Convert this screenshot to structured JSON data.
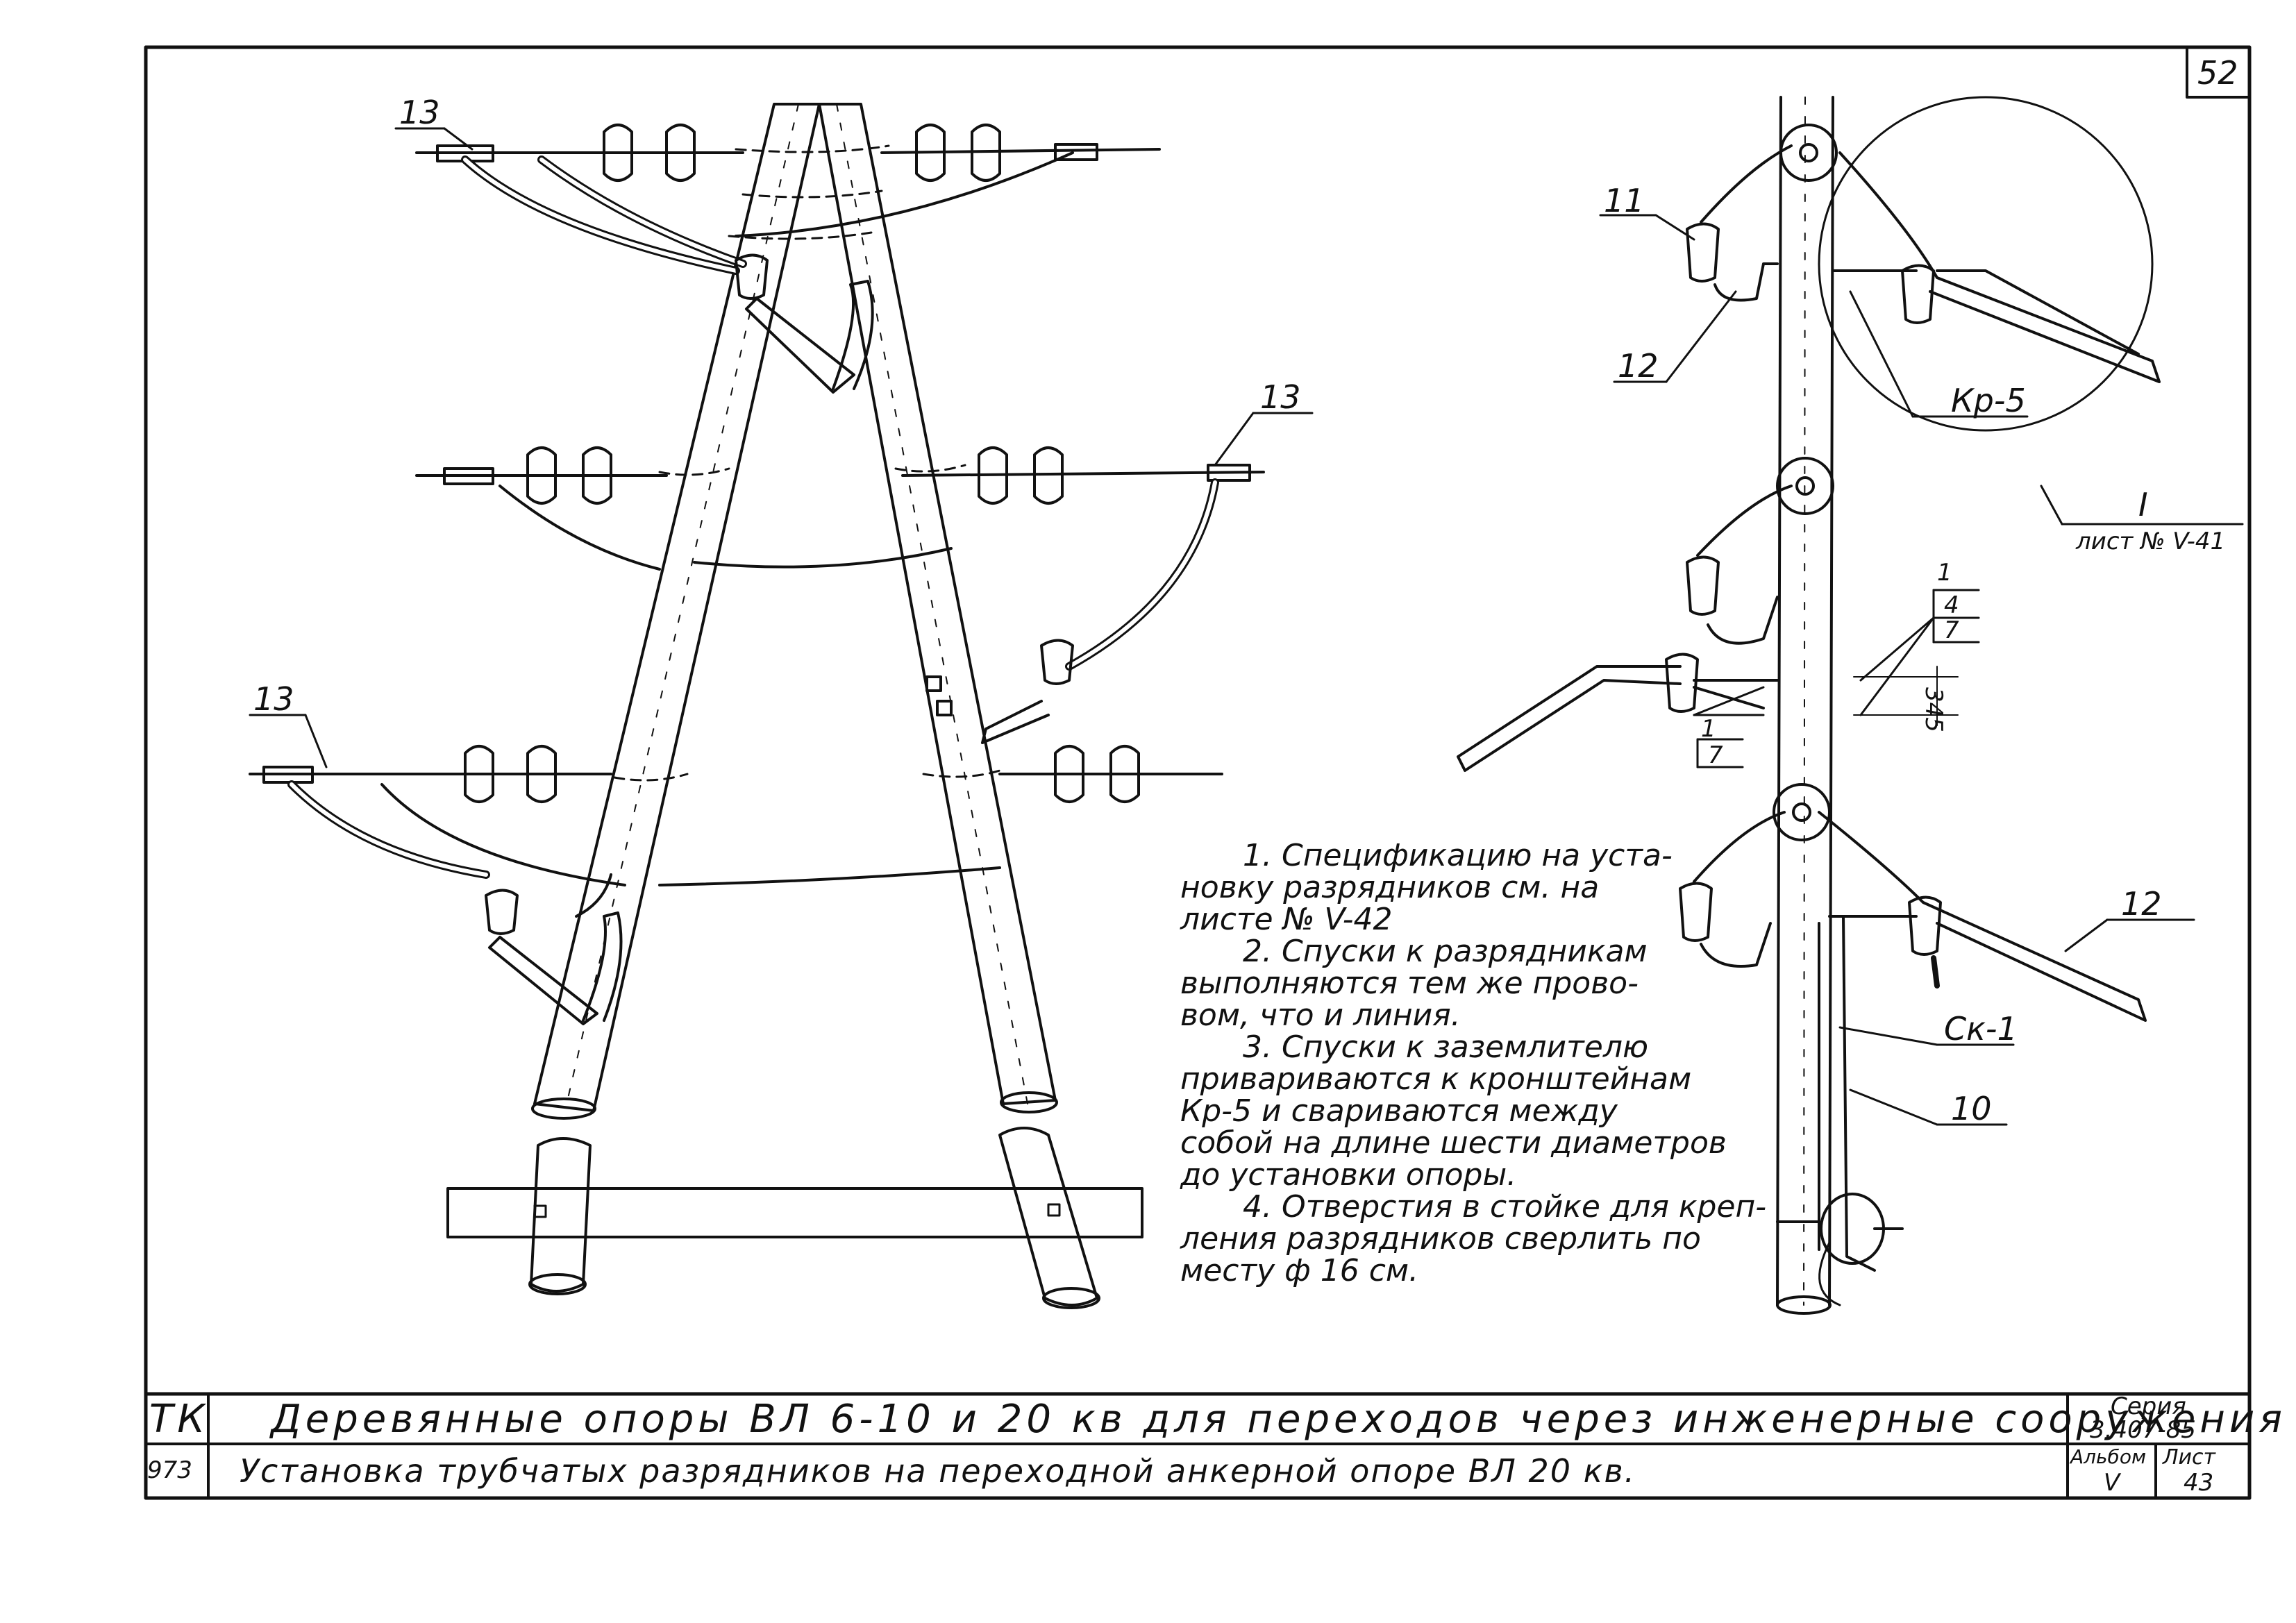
{
  "sheet_number": "52",
  "callouts": {
    "c13_top": "13",
    "c13_mid": "13",
    "c13_left": "13",
    "c11": "11",
    "c12_top": "12",
    "c12_bot": "12",
    "kr5": "Кр-5",
    "ck1": "Ск-1",
    "c10": "10",
    "detail_num": "I",
    "detail_ref": "лист № V-41",
    "frac_top_num": "1",
    "frac_top_a": "4",
    "frac_top_b": "7",
    "frac_bot_num": "1",
    "frac_bot_den": "7",
    "dim_345": "345"
  },
  "notes": [
    "1. Спецификацию на уста-",
    "новку разрядников см. на",
    "листе № V-42",
    "2. Спуски к разрядникам",
    "выполняются тем же прово-",
    "вом, что и линия.",
    "3. Спуски к заземлителю",
    "привариваются к кронштейнам",
    "Кр-5 и свариваются между",
    "собой на длине шести диаметров",
    "до установки опоры.",
    "4. Отверстия в стойке для креп-",
    "ления разрядников сверлить по",
    "месту ф 16 см."
  ],
  "title_block": {
    "code": "ТК",
    "code_no": "973",
    "title": "Деревянные опоры ВЛ 6-10 и 20 кв для переходов через инженерные сооружения",
    "subtitle": "Установка трубчатых разрядников на переходной анкерной опоре ВЛ 20 кв.",
    "series_label": "Серия",
    "series_value": "3.407-85",
    "album_label": "Альбом",
    "album_value": "V",
    "sheet_label": "Лист",
    "sheet_value": "43"
  }
}
